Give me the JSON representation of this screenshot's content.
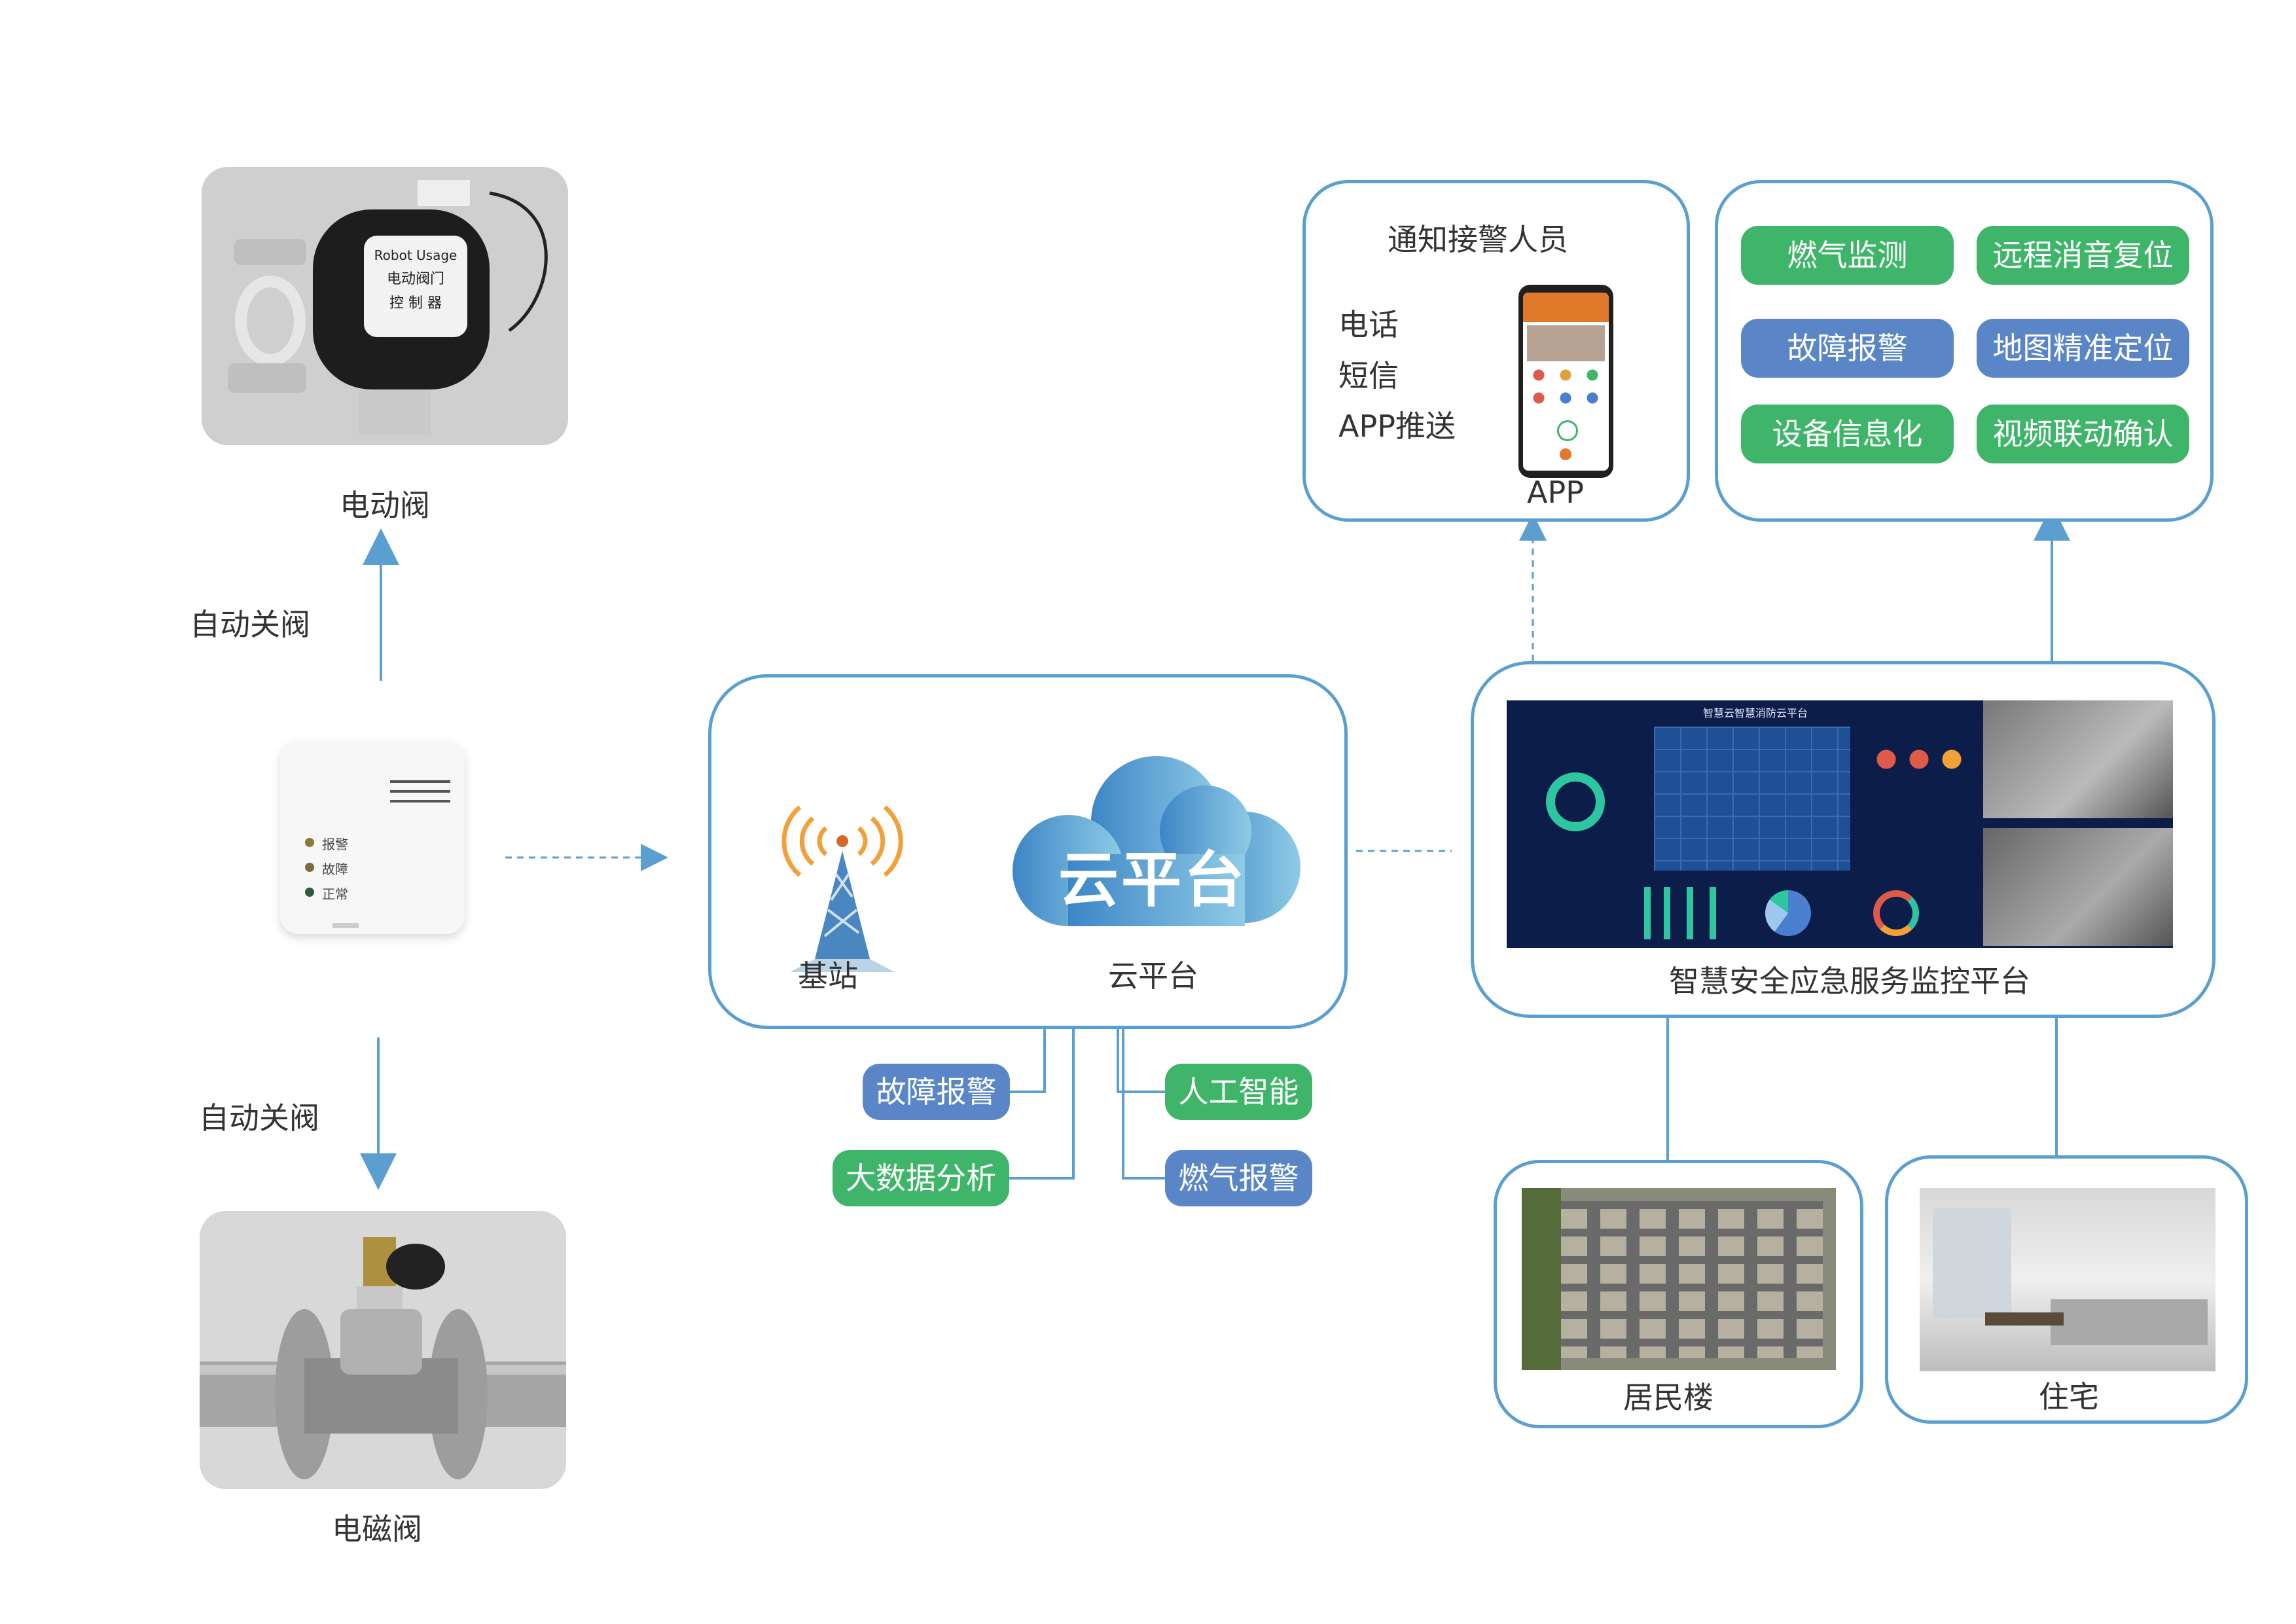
{
  "left": {
    "electric_valve_label": "电动阀",
    "auto_close_top": "自动关阀",
    "auto_close_bottom": "自动关阀",
    "solenoid_valve_label": "电磁阀",
    "valve_controller_text": [
      "Robot Usage",
      "电动阀门",
      "控 制 器"
    ],
    "detector_indicators": [
      "报警",
      "故障",
      "正常"
    ]
  },
  "notify": {
    "title": "通知接警人员",
    "channels": [
      "电话",
      "短信",
      "APP推送"
    ],
    "app_label": "APP"
  },
  "features": [
    {
      "label": "燃气监测",
      "color": "green"
    },
    {
      "label": "远程消音复位",
      "color": "green"
    },
    {
      "label": "故障报警",
      "color": "blue"
    },
    {
      "label": "地图精准定位",
      "color": "blue"
    },
    {
      "label": "设备信息化",
      "color": "green"
    },
    {
      "label": "视频联动确认",
      "color": "green"
    }
  ],
  "cloud": {
    "cloud_text": "云平台",
    "base_station_label": "基站",
    "cloud_label": "云平台",
    "tags": [
      {
        "label": "故障报警",
        "color": "blue"
      },
      {
        "label": "大数据分析",
        "color": "green"
      },
      {
        "label": "人工智能",
        "color": "green"
      },
      {
        "label": "燃气报警",
        "color": "blue"
      }
    ]
  },
  "monitor": {
    "label": "智慧安全应急服务监控平台",
    "screen_title": "智慧云智慧消防云平台"
  },
  "sites": {
    "residential_building": "居民楼",
    "residence": "住宅"
  },
  "colors": {
    "panel_border": "#5b9fd1",
    "connector": "#5b9fd1",
    "tag_green": "#3fb56a",
    "tag_blue": "#5a86c8",
    "cloud_dark": "#3d86c6",
    "cloud_light": "#8fcbe6"
  }
}
